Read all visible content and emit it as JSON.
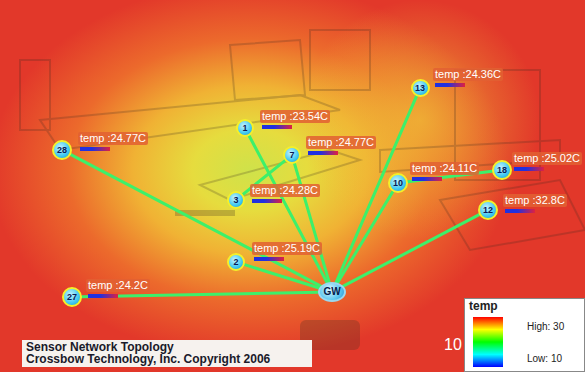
{
  "diagram": {
    "nodes": [
      {
        "text": [
          "13",
          "temp :24.36C"
        ]
      },
      {
        "text": [
          "1",
          "temp :23.54C"
        ]
      },
      {
        "text": [
          "28",
          "temp :24.77C"
        ]
      },
      {
        "text": [
          "7",
          "temp :24.77C"
        ]
      },
      {
        "text": [
          "3",
          "temp :24.28C"
        ]
      },
      {
        "text": [
          "10",
          "temp :24.11C"
        ]
      },
      {
        "text": [
          "18",
          "temp :25.02C"
        ]
      },
      {
        "text": [
          "12",
          "temp :32.8C"
        ]
      },
      {
        "text": [
          "2",
          "temp :25.19C"
        ]
      },
      {
        "text": [
          "27",
          "temp :24.2C"
        ]
      },
      {
        "text": [
          "GW"
        ]
      }
    ],
    "edges": [
      {
        "from": 10,
        "to": 2,
        "arrow": "none"
      },
      {
        "from": 10,
        "to": 1,
        "arrow": "none"
      },
      {
        "from": 10,
        "to": 3,
        "arrow": "none"
      },
      {
        "from": 4,
        "to": 3,
        "arrow": "none"
      },
      {
        "from": 10,
        "to": 8,
        "arrow": "none"
      },
      {
        "from": 10,
        "to": 9,
        "arrow": "none"
      },
      {
        "from": 10,
        "to": 0,
        "arrow": "none"
      },
      {
        "from": 10,
        "to": 5,
        "arrow": "none"
      },
      {
        "from": 6,
        "to": 5,
        "arrow": "none"
      },
      {
        "from": 10,
        "to": 7,
        "arrow": "none"
      }
    ],
    "labels": [
      "Sensor Network Topology",
      "Crossbow Technology, Inc. Copyright 2006",
      "temp",
      "10"
    ],
    "legend": [
      {
        "text": "High: 30",
        "color": "#ff0000"
      },
      {
        "text": "Low: 10",
        "color": "#0000ff"
      }
    ]
  }
}
